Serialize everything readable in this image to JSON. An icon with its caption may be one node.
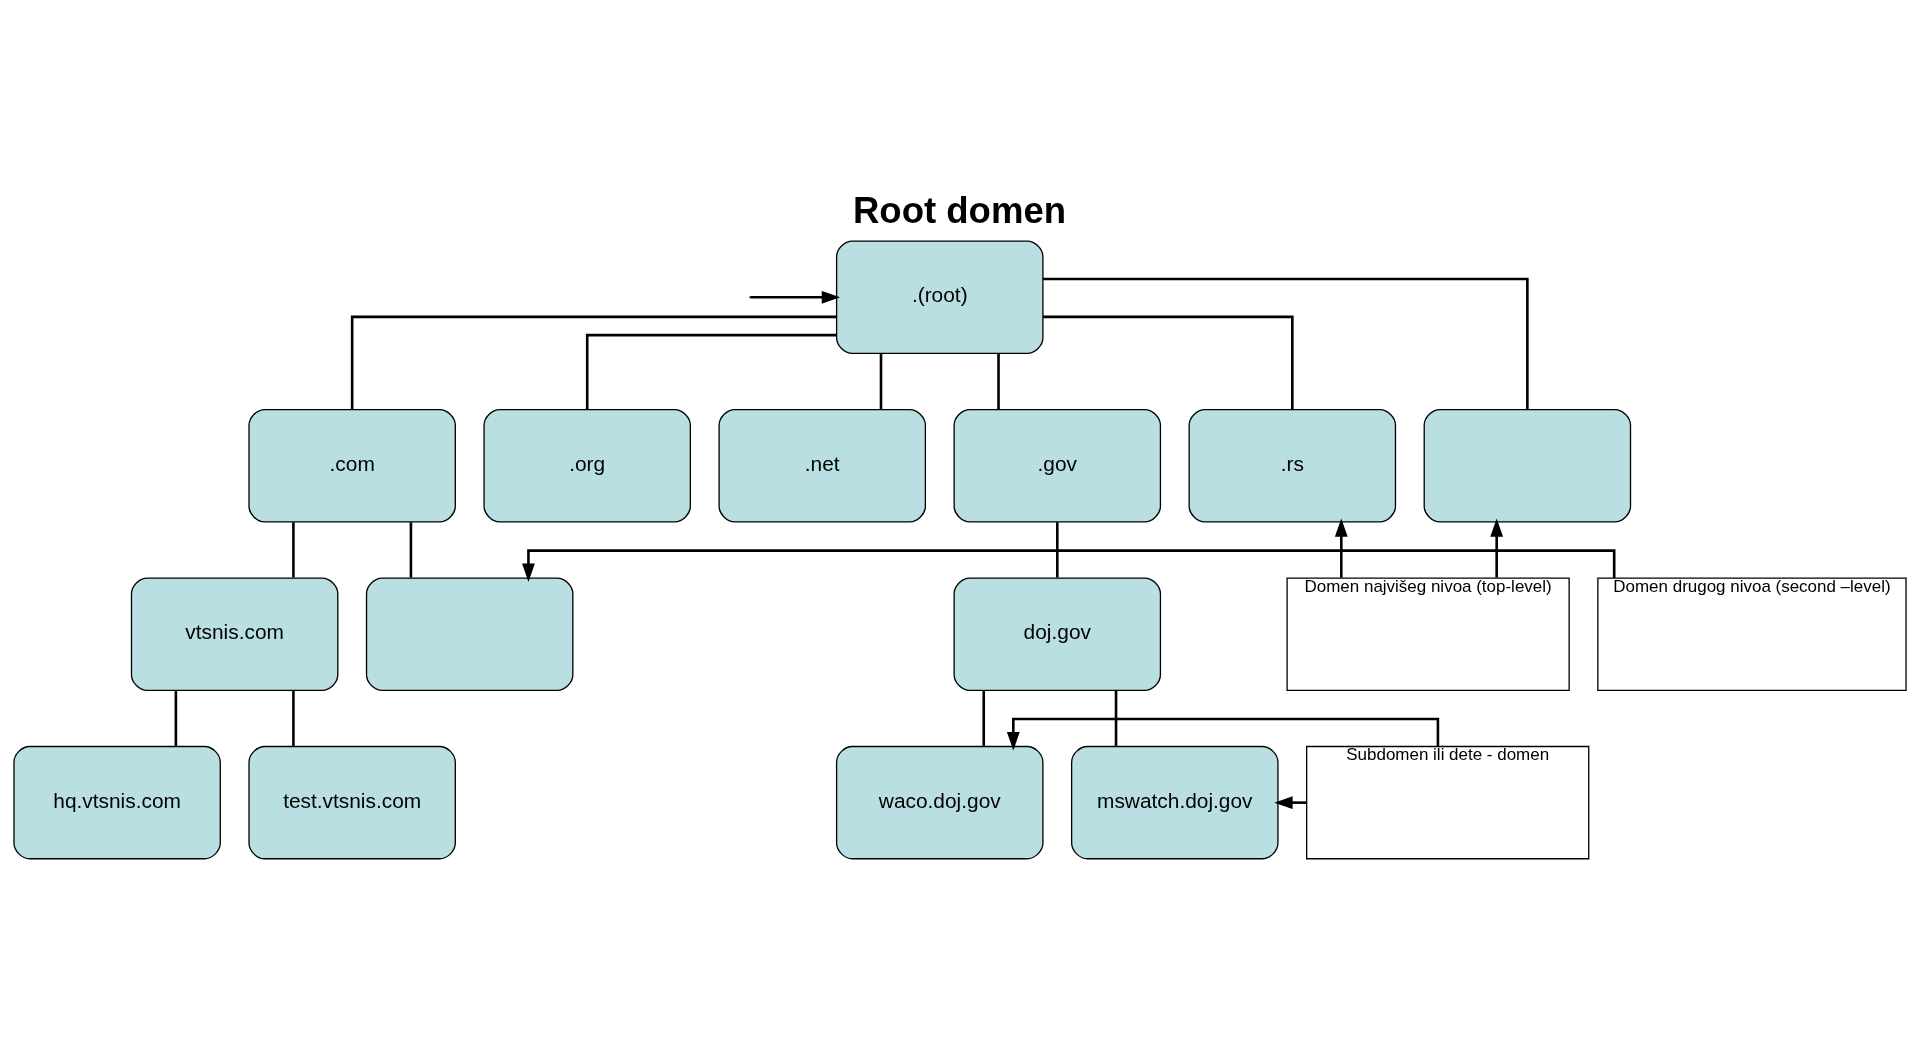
{
  "diagram": {
    "title": "Root domen",
    "nodes": [
      {
        "text": [
          ".(root)"
        ]
      },
      {
        "text": [
          ".com"
        ]
      },
      {
        "text": [
          ".org"
        ]
      },
      {
        "text": [
          ".net"
        ]
      },
      {
        "text": [
          ".gov"
        ]
      },
      {
        "text": [
          ".rs"
        ]
      },
      {
        "text": [],
        "shape": "box"
      },
      {
        "text": [
          "vtsnis.com"
        ]
      },
      {
        "text": [],
        "shape": "box"
      },
      {
        "text": [
          "doj.gov"
        ]
      },
      {
        "text": [
          "hq.vtsnis.com"
        ]
      },
      {
        "text": [
          "test.vtsnis.com"
        ]
      },
      {
        "text": [
          "waco.doj.gov"
        ]
      },
      {
        "text": [
          "mswatch.doj.gov"
        ]
      },
      {
        "text": [
          "Domen drugog nivoa (second –level)"
        ]
      },
      {
        "text": [
          "Domen najvišeg nivoa (top-level)"
        ]
      },
      {
        "text": [
          "Subdomen ili dete - domen"
        ]
      }
    ],
    "edges": [
      {
        "from": 0,
        "to": 1,
        "arrow": "none"
      },
      {
        "from": 0,
        "to": 2,
        "arrow": "none"
      },
      {
        "from": 0,
        "to": 3,
        "arrow": "none"
      },
      {
        "from": 0,
        "to": 4,
        "arrow": "none"
      },
      {
        "from": 0,
        "to": 5,
        "arrow": "none"
      },
      {
        "from": 0,
        "to": 6,
        "arrow": "none"
      },
      {
        "from": 1,
        "to": 7,
        "arrow": "none"
      },
      {
        "from": 1,
        "to": 8,
        "arrow": "none"
      },
      {
        "from": 4,
        "to": 9,
        "arrow": "none"
      },
      {
        "from": 7,
        "to": 10,
        "arrow": "none"
      },
      {
        "from": 7,
        "to": 11,
        "arrow": "none"
      },
      {
        "from": 9,
        "to": 12,
        "arrow": "none"
      },
      {
        "from": 9,
        "to": 13,
        "arrow": "none"
      },
      {
        "from": null,
        "to": 0,
        "arrow": "to"
      },
      {
        "from": 14,
        "to": 8,
        "arrow": "to"
      },
      {
        "from": 15,
        "to": 5,
        "arrow": "to"
      },
      {
        "from": 15,
        "to": 6,
        "arrow": "to"
      },
      {
        "from": 16,
        "to": 12,
        "arrow": "to"
      },
      {
        "from": 16,
        "to": 13,
        "arrow": "to"
      }
    ]
  }
}
